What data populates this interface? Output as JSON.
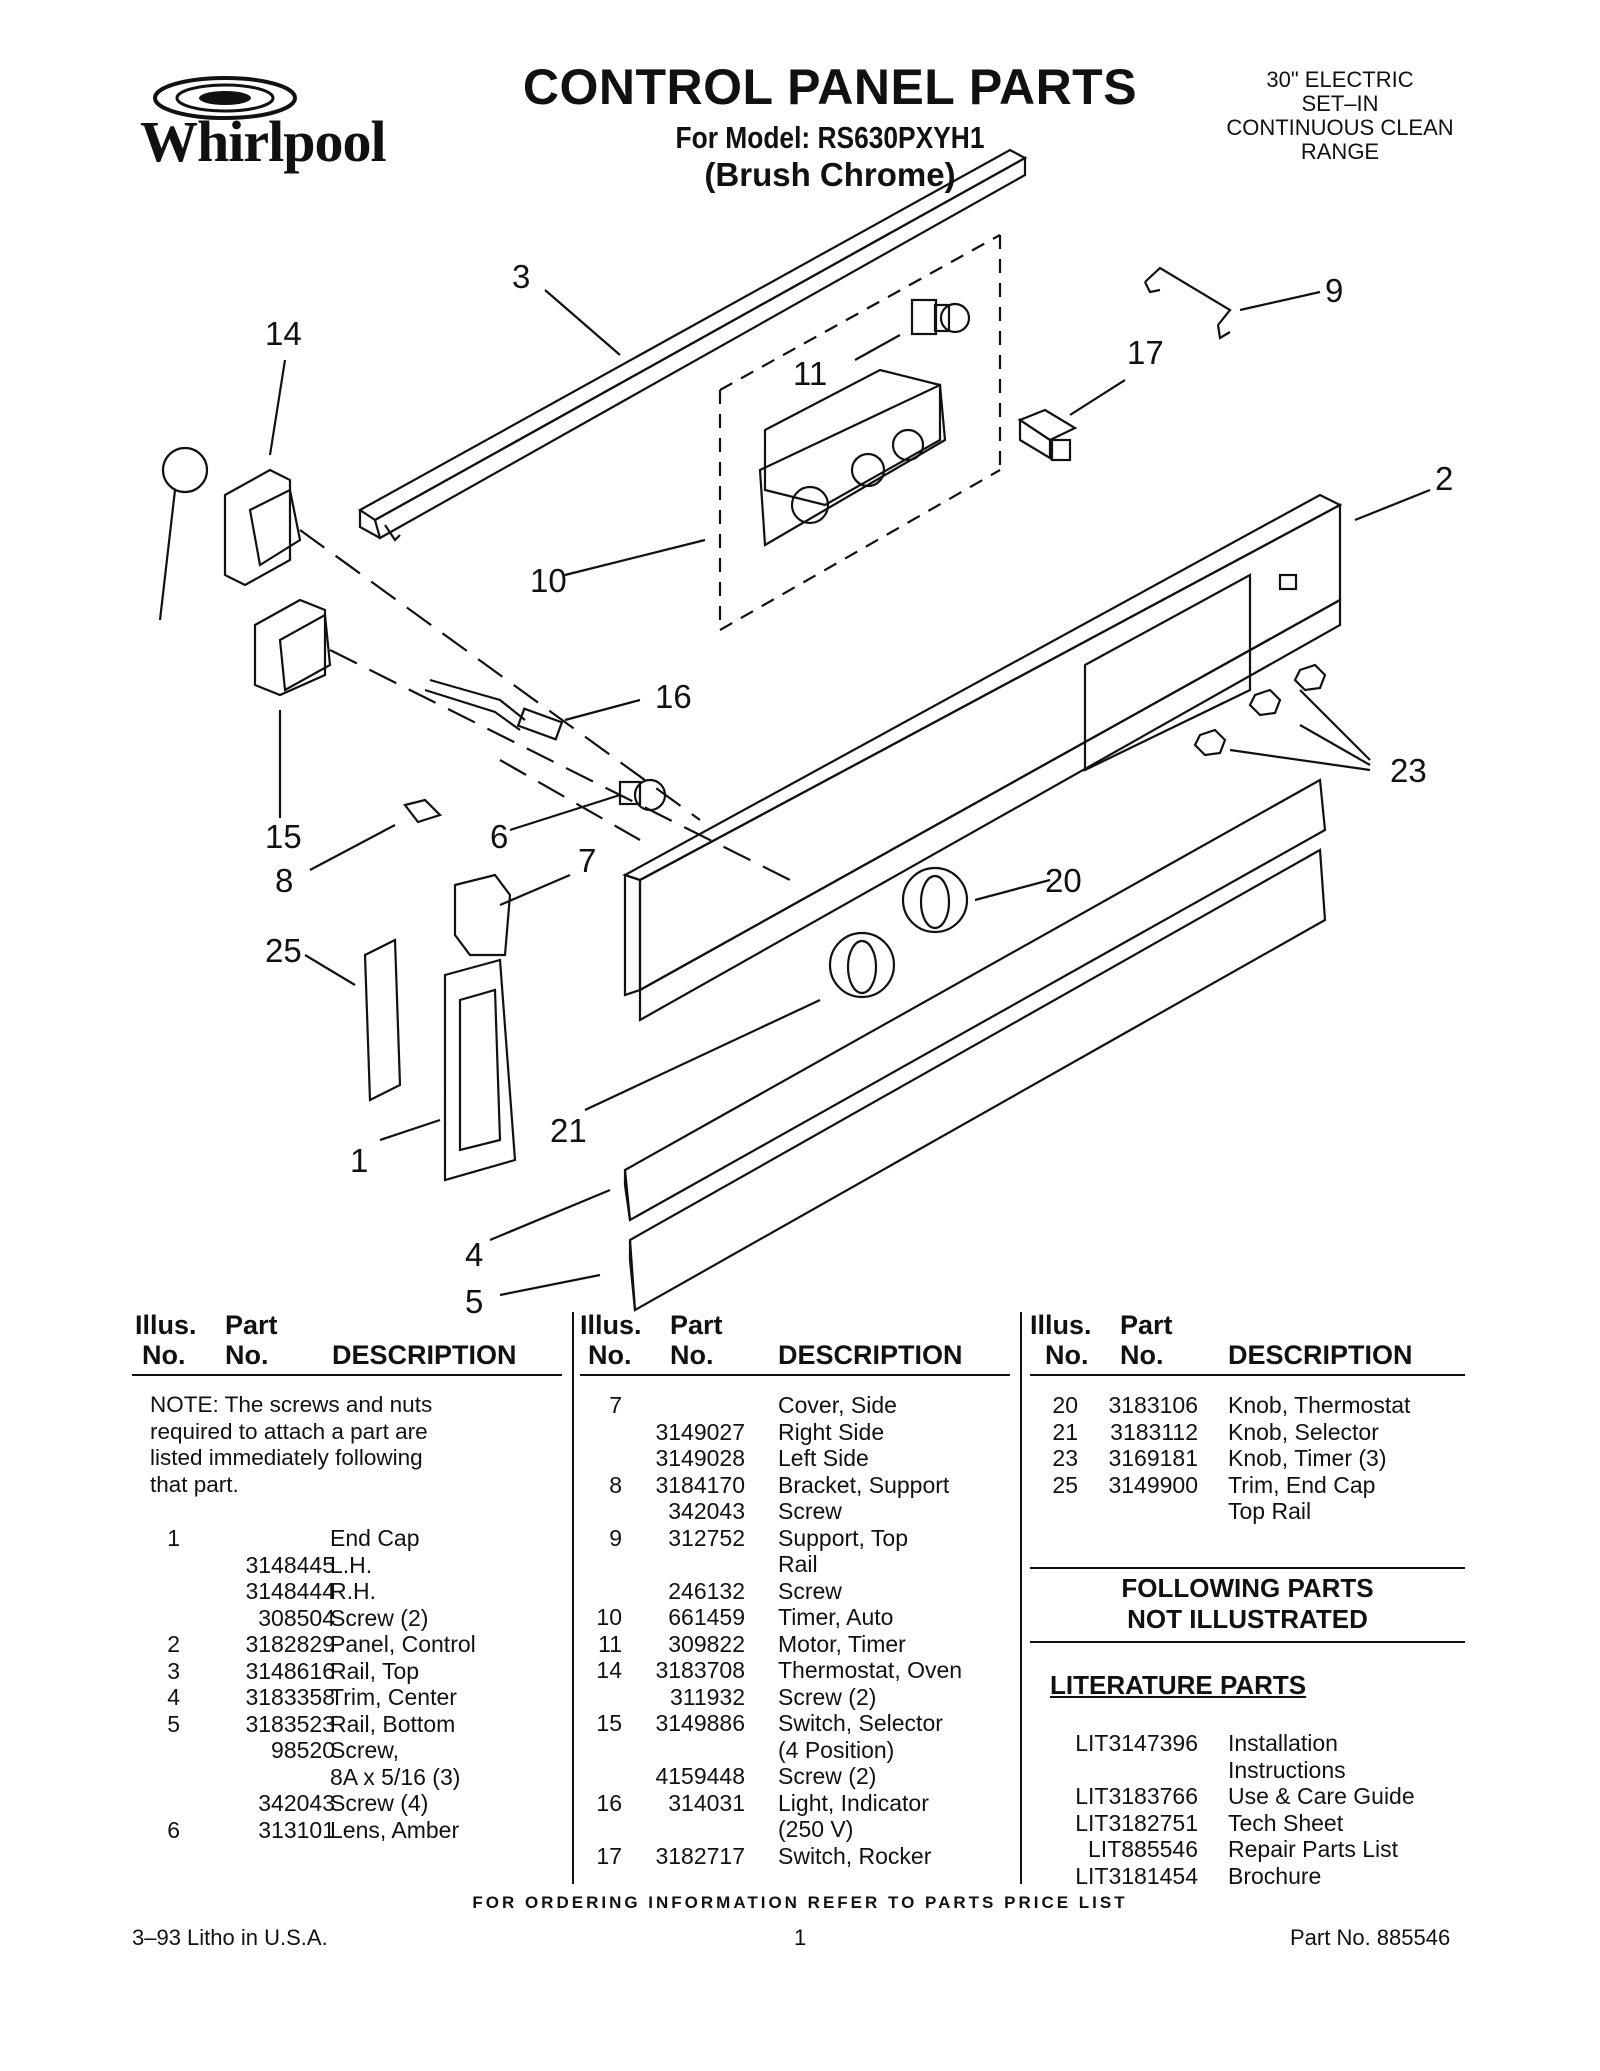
{
  "header": {
    "brand": "Whirlpool",
    "title": "CONTROL PANEL PARTS",
    "model": "For Model: RS630PXYH1",
    "finish": "(Brush Chrome)",
    "range_desc": [
      "30\" ELECTRIC",
      "SET–IN",
      "CONTINUOUS CLEAN",
      "RANGE"
    ]
  },
  "callouts": [
    "3",
    "14",
    "11",
    "9",
    "17",
    "2",
    "10",
    "16",
    "23",
    "15",
    "6",
    "8",
    "7",
    "20",
    "25",
    "21",
    "1",
    "4",
    "5"
  ],
  "table_headers": {
    "illus": "Illus.",
    "no": "No.",
    "part": "Part",
    "desc": "DESCRIPTION"
  },
  "col1": {
    "note": [
      "NOTE: The screws and nuts",
      "required to attach a part are",
      "listed immediately following",
      "that part."
    ],
    "rows": [
      [
        "1",
        "",
        "End Cap"
      ],
      [
        "",
        "3148445",
        "L.H."
      ],
      [
        "",
        "3148444",
        "R.H."
      ],
      [
        "",
        "308504",
        "Screw (2)"
      ],
      [
        "2",
        "3182829",
        "Panel, Control"
      ],
      [
        "3",
        "3148616",
        "Rail, Top"
      ],
      [
        "4",
        "3183358",
        "Trim, Center"
      ],
      [
        "5",
        "3183523",
        "Rail, Bottom"
      ],
      [
        "",
        "98520",
        "Screw,"
      ],
      [
        "",
        "",
        "8A x 5/16 (3)"
      ],
      [
        "",
        "342043",
        "Screw (4)"
      ],
      [
        "6",
        "313101",
        "Lens, Amber"
      ]
    ]
  },
  "col2": {
    "rows": [
      [
        "7",
        "",
        "Cover, Side"
      ],
      [
        "",
        "3149027",
        "Right Side"
      ],
      [
        "",
        "3149028",
        "Left Side"
      ],
      [
        "8",
        "3184170",
        "Bracket, Support"
      ],
      [
        "",
        "342043",
        "Screw"
      ],
      [
        "9",
        "312752",
        "Support, Top"
      ],
      [
        "",
        "",
        "Rail"
      ],
      [
        "",
        "246132",
        "Screw"
      ],
      [
        "10",
        "661459",
        "Timer, Auto"
      ],
      [
        "11",
        "309822",
        "Motor, Timer"
      ],
      [
        "14",
        "3183708",
        "Thermostat, Oven"
      ],
      [
        "",
        "311932",
        "Screw (2)"
      ],
      [
        "15",
        "3149886",
        "Switch, Selector"
      ],
      [
        "",
        "",
        "(4 Position)"
      ],
      [
        "",
        "4159448",
        "Screw (2)"
      ],
      [
        "16",
        "314031",
        "Light, Indicator"
      ],
      [
        "",
        "",
        "(250 V)"
      ],
      [
        "17",
        "3182717",
        "Switch, Rocker"
      ]
    ]
  },
  "col3": {
    "rows": [
      [
        "20",
        "3183106",
        "Knob, Thermostat"
      ],
      [
        "21",
        "3183112",
        "Knob, Selector"
      ],
      [
        "23",
        "3169181",
        "Knob, Timer (3)"
      ],
      [
        "25",
        "3149900",
        "Trim, End Cap"
      ],
      [
        "",
        "",
        "Top Rail"
      ]
    ],
    "following_1": "FOLLOWING PARTS",
    "following_2": "NOT ILLUSTRATED",
    "literature_title": "LITERATURE PARTS",
    "literature": [
      [
        "LIT3147396",
        "Installation"
      ],
      [
        "",
        "Instructions"
      ],
      [
        "LIT3183766",
        "Use & Care Guide"
      ],
      [
        "LIT3182751",
        "Tech Sheet"
      ],
      [
        "LIT885546",
        "Repair Parts List"
      ],
      [
        "LIT3181454",
        "Brochure"
      ]
    ]
  },
  "footer": {
    "ordering": "FOR ORDERING INFORMATION REFER TO PARTS PRICE LIST",
    "litho": "3–93 Litho in U.S.A.",
    "page": "1",
    "part_no": "Part No. 885546"
  }
}
